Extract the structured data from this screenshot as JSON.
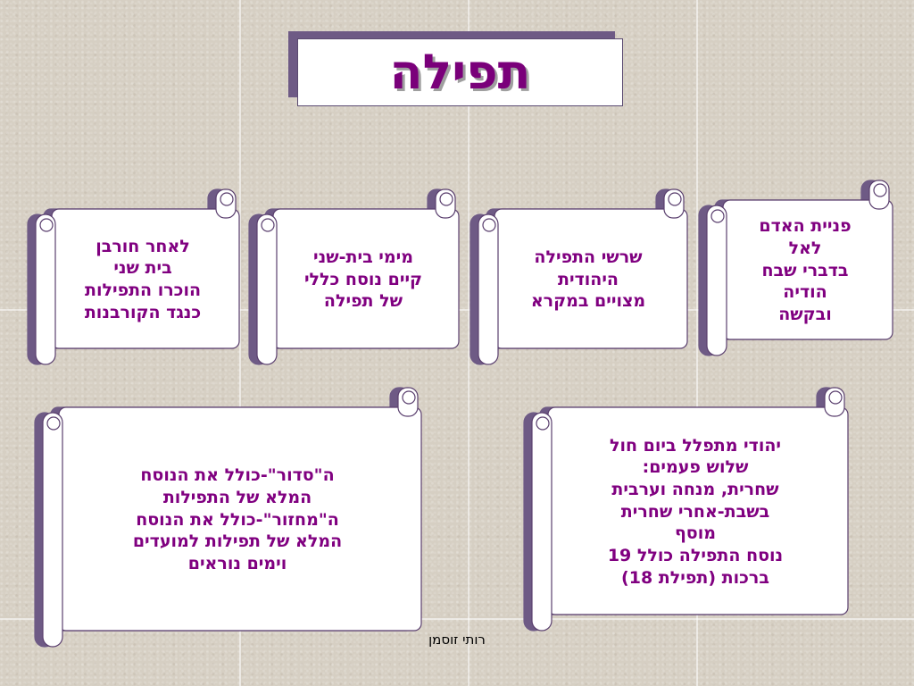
{
  "title": "תפילה",
  "scrolls": [
    {
      "id": "s1",
      "text": "פניית האדם\nלאל\nבדברי שבח\nהודיה\nובקשה"
    },
    {
      "id": "s2",
      "text": "שרשי התפילה\nהיהודית\nמצויים במקרא"
    },
    {
      "id": "s3",
      "text": "מימי בית-שני\nקיים נוסח כללי\nשל תפילה"
    },
    {
      "id": "s4",
      "text": "לאחר חורבן\nבית שני\nהוכרו התפילות\nכנגד הקורבנות"
    },
    {
      "id": "s5",
      "text": "יהודי מתפלל ביום חול\nשלוש פעמים:\nשחרית, מנחה וערבית\nבשבת-אחרי שחרית\nמוסף\nנוסח התפילה כולל 19\nברכות (תפילת 18)"
    },
    {
      "id": "s6",
      "text": "ה\"סדור\"-כולל את הנוסח\nהמלא של התפילות\nה\"מחזור\"-כולל את הנוסח\nהמלא של תפילות למועדים\nוימים נוראים"
    }
  ],
  "footer": "רותי זוסמן",
  "colors": {
    "text": "#800080",
    "shadow": "#6e5a85",
    "scroll_outline": "#5a3f6e"
  }
}
